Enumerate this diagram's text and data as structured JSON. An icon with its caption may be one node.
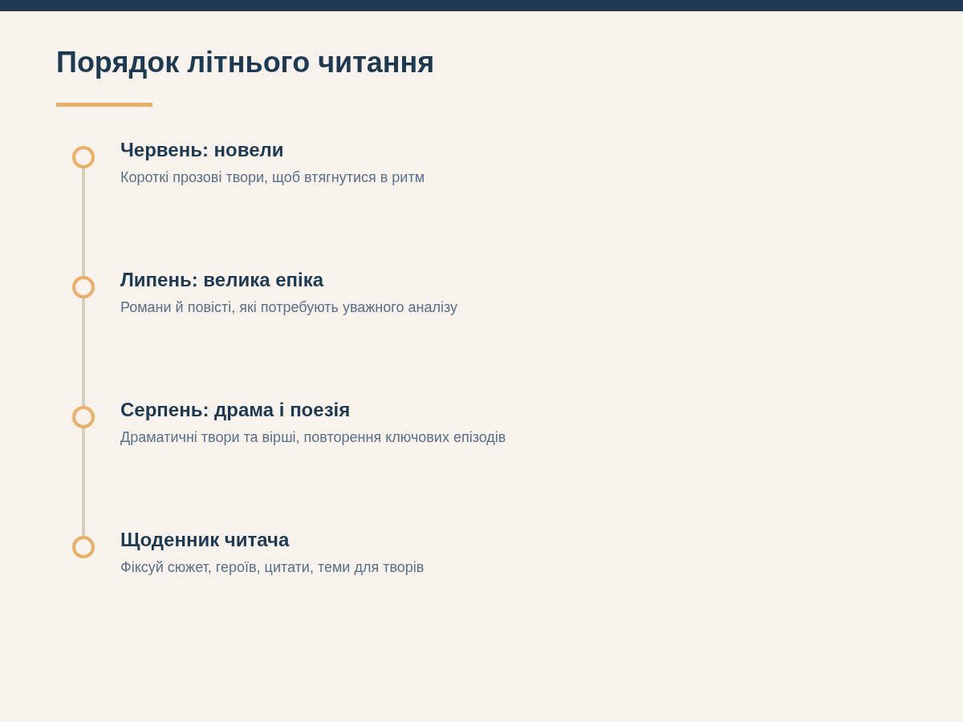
{
  "diagram": {
    "title": "Порядок літнього читання",
    "nodes": [
      {
        "text": [],
        "shape": "circle",
        "beside": [
          "Червень: новели",
          "Короткі прозові твори, щоб втягнутися в ритм"
        ]
      },
      {
        "text": [],
        "shape": "circle",
        "beside": [
          "Липень: велика епіка",
          "Романи й повісті, які потребують уважного аналізу"
        ]
      },
      {
        "text": [],
        "shape": "circle",
        "beside": [
          "Серпень: драма і поезія",
          "Драматичні твори та вірші, повторення ключових епізодів"
        ]
      },
      {
        "text": [],
        "shape": "circle",
        "beside": [
          "Щоденник читача",
          "Фіксуй сюжет, героїв, цитати, теми для творів"
        ]
      }
    ],
    "edges": [
      {
        "from": 0,
        "to": 1,
        "arrow": "none"
      },
      {
        "from": 1,
        "to": 2,
        "arrow": "none"
      },
      {
        "from": 2,
        "to": 3,
        "arrow": "none"
      }
    ]
  }
}
